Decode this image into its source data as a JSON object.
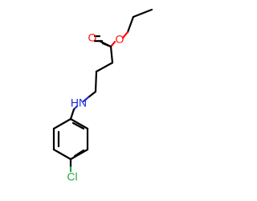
{
  "atoms": {
    "carbonyl_oxygen": {
      "label": "O",
      "color": "#ff0d0d"
    },
    "ester_oxygen": {
      "label": "O",
      "color": "#ff0d0d"
    },
    "amine": {
      "label": "HN",
      "color": "#1f2bd8"
    },
    "chlorine": {
      "label": "Cl",
      "color": "#28a745"
    }
  }
}
